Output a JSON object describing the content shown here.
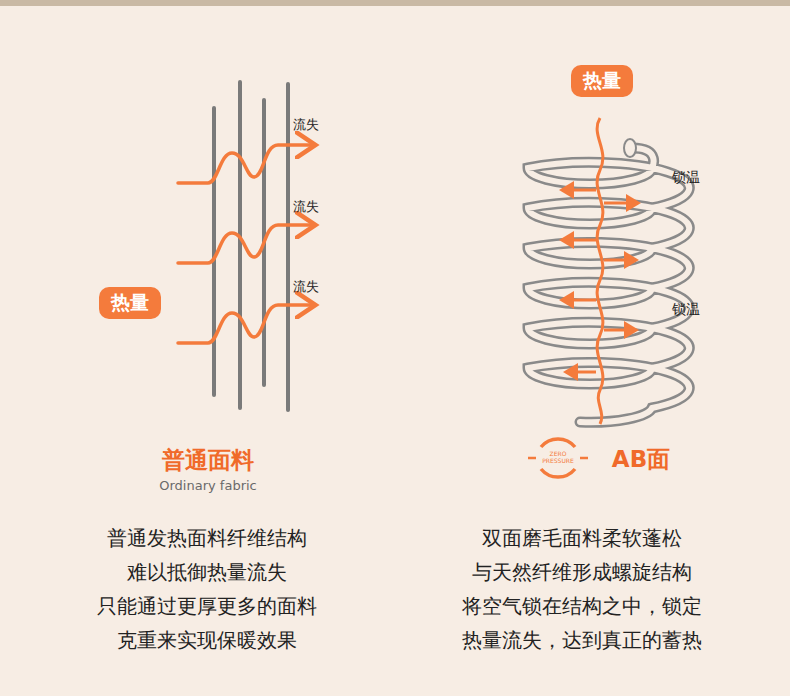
{
  "diagram": {
    "nodes": [
      {
        "text": [
          "热量"
        ]
      },
      {
        "text": [
          "热量"
        ]
      },
      {
        "text": [
          "ZERO PRESSURE"
        ]
      }
    ],
    "labels": [
      "流失",
      "流失",
      "流失",
      "锁温",
      "锁温",
      "普通面料",
      "Ordinary fabric",
      "AB面",
      "普通发热面料纤维结构",
      "难以抵御热量流失",
      "只能通过更厚更多的面料",
      "克重来实现保暖效果",
      "双面磨毛面料柔软蓬松",
      "与天然纤维形成螺旋结构",
      "将空气锁在结构之中，锁定",
      "热量流失，达到真正的蓄热"
    ]
  }
}
